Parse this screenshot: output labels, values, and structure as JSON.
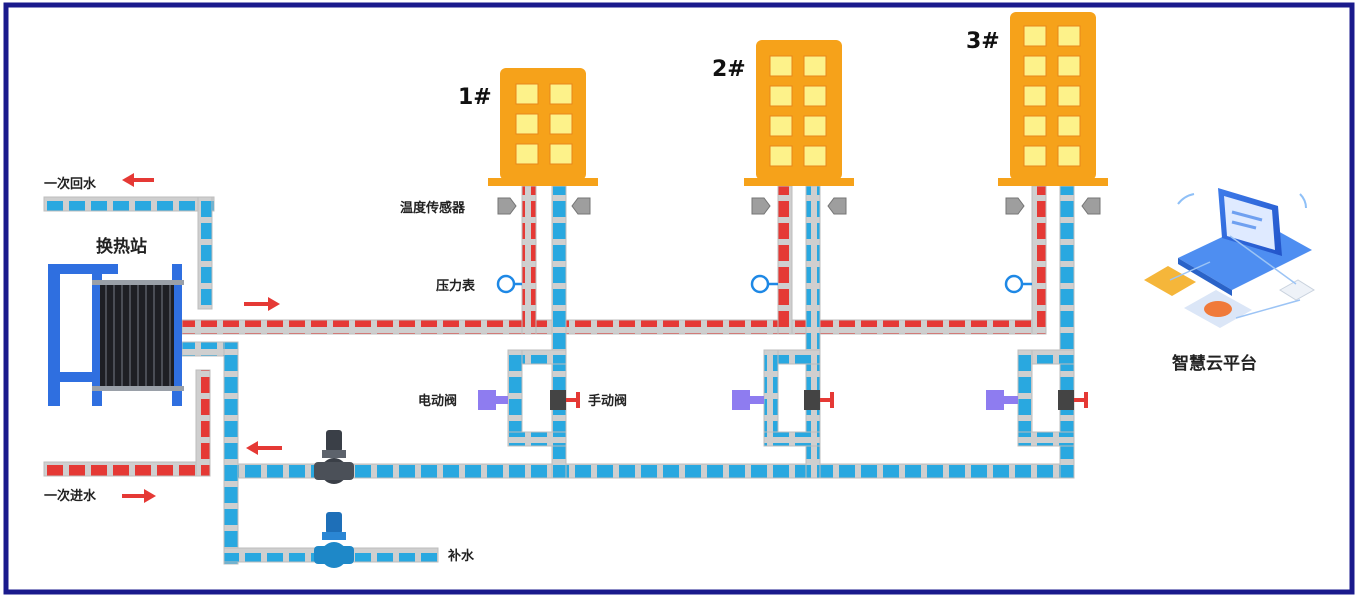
{
  "labels": {
    "primary_return": "一次回水",
    "primary_supply": "一次进水",
    "heat_station": "换热站",
    "temp_sensor": "温度传感器",
    "pressure_gauge": "压力表",
    "electric_valve": "电动阀",
    "manual_valve": "手动阀",
    "makeup_water": "补水",
    "platform": "智慧云平台"
  },
  "buildings": [
    {
      "name": "1#"
    },
    {
      "name": "2#"
    },
    {
      "name": "3#"
    }
  ],
  "colors": {
    "frame": "#1a1a8c",
    "supply_pipe": "#e53935",
    "return_pipe": "#29a8e0",
    "building": "#f6a21a",
    "window": "#fdf28a",
    "arrow": "#e53935",
    "valve_electric": "#8e7cf0",
    "valve_manual": "#e53935",
    "pump": "#1e88c8"
  },
  "icons": [
    "flow-arrow-icon",
    "temperature-sensor-icon",
    "pressure-gauge-icon",
    "electric-valve-icon",
    "manual-valve-icon",
    "pump-icon",
    "cloud-platform-icon"
  ]
}
